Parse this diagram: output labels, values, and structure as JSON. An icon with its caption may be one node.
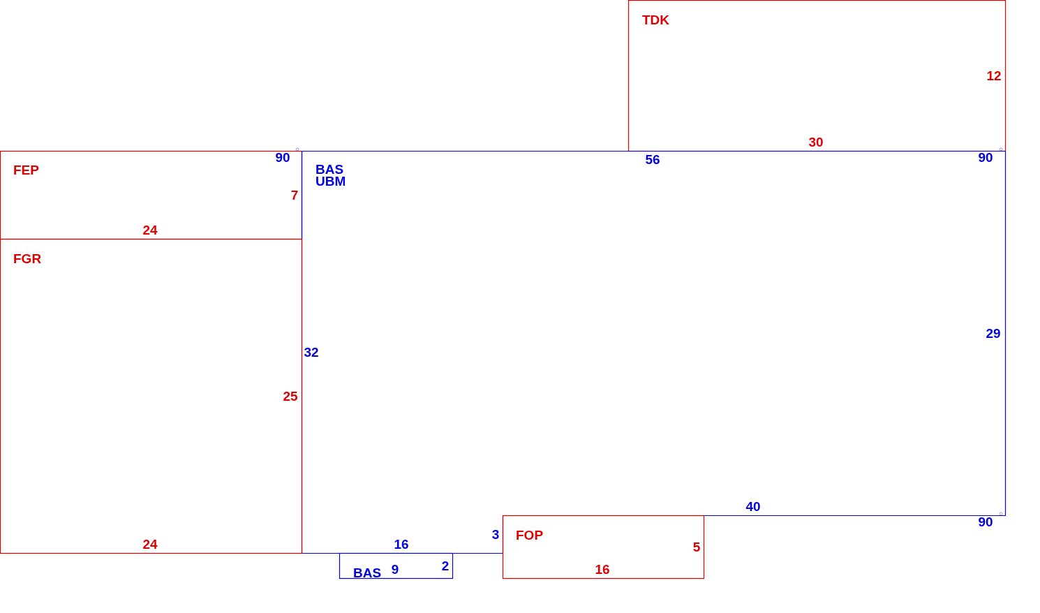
{
  "diagram": {
    "nodes": [
      {
        "text": [
          "TDK",
          "12",
          "30"
        ]
      },
      {
        "text": [
          "FEP",
          "7",
          "24"
        ]
      },
      {
        "text": [
          "BAS",
          "UBM",
          "56",
          "32",
          "29",
          "40",
          "3",
          "16"
        ]
      },
      {
        "text": [
          "FGR",
          "25",
          "24"
        ]
      },
      {
        "text": [
          "FOP",
          "5",
          "16"
        ]
      },
      {
        "text": [
          "BAS",
          "9",
          "2"
        ]
      }
    ],
    "edges": [],
    "labels": [
      "90",
      "90",
      "90"
    ]
  }
}
